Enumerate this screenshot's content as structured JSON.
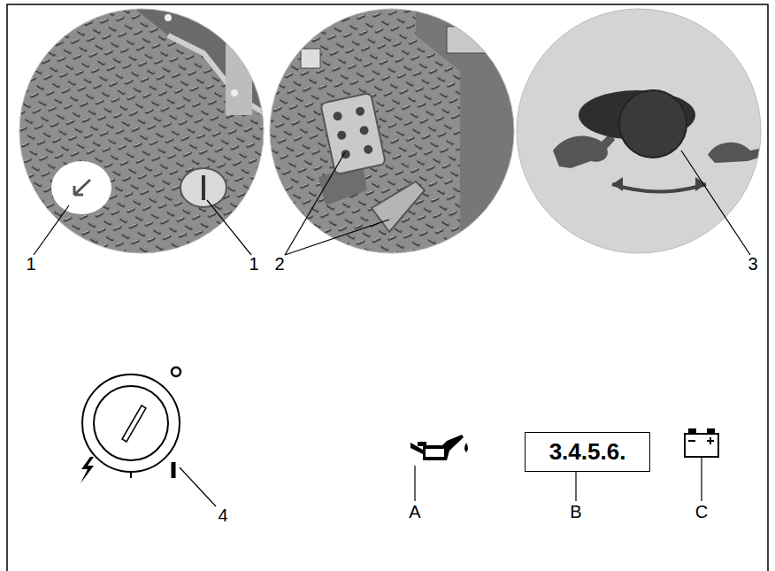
{
  "diagram": {
    "nodes": [
      {
        "text": [
          "3.4.5.6."
        ]
      }
    ],
    "labels": [
      "1",
      "1",
      "2",
      "3",
      "4",
      "A",
      "B",
      "C"
    ]
  }
}
